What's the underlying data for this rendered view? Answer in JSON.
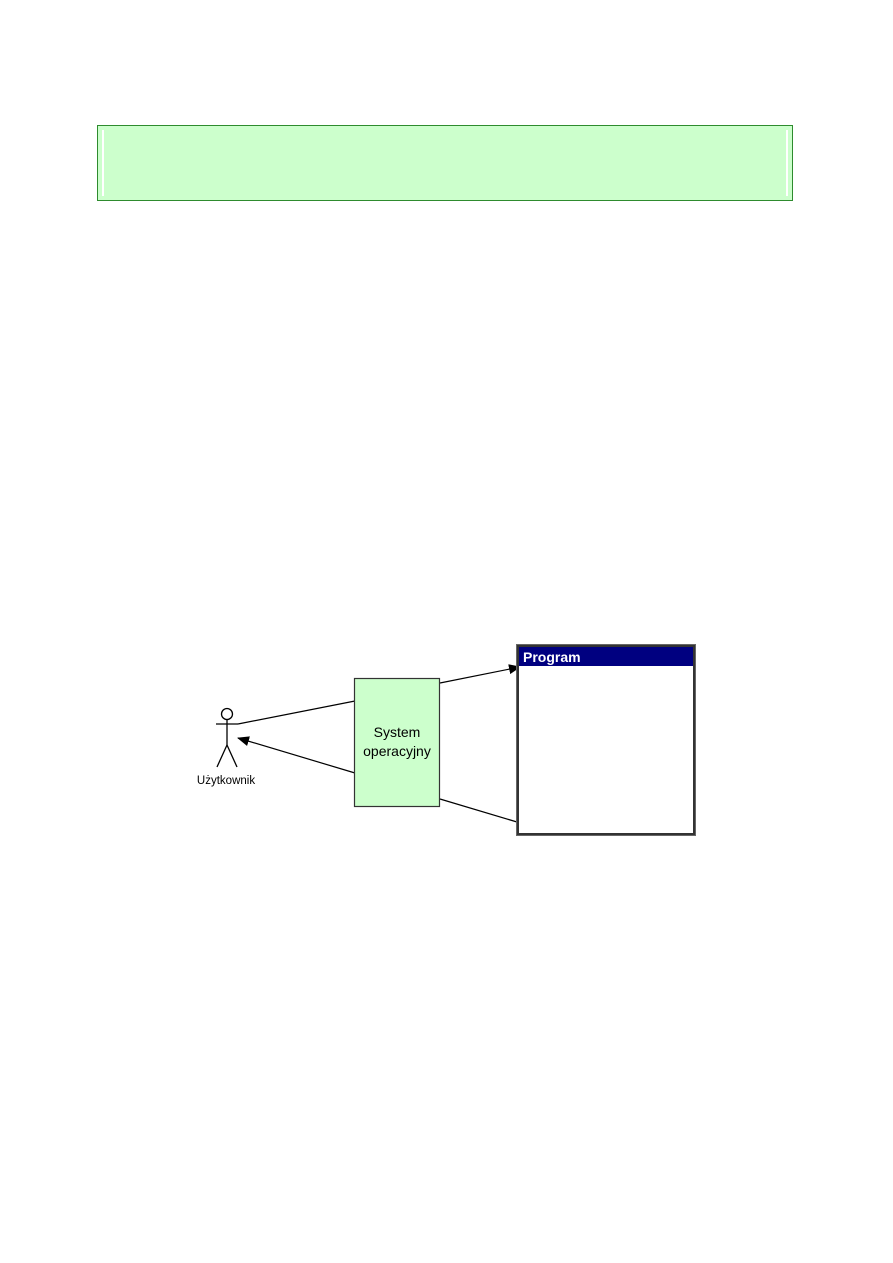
{
  "diagram": {
    "actor_label": "Użytkownik",
    "os_box": {
      "line1": "System",
      "line2": "operacyjny",
      "fill": "#ccffcc"
    },
    "program_window": {
      "title": "Program",
      "titlebar_color": "#000080",
      "title_color": "#ffffff"
    }
  },
  "banner": {
    "fill": "#ccffcc",
    "border": "#2e8b2e"
  }
}
